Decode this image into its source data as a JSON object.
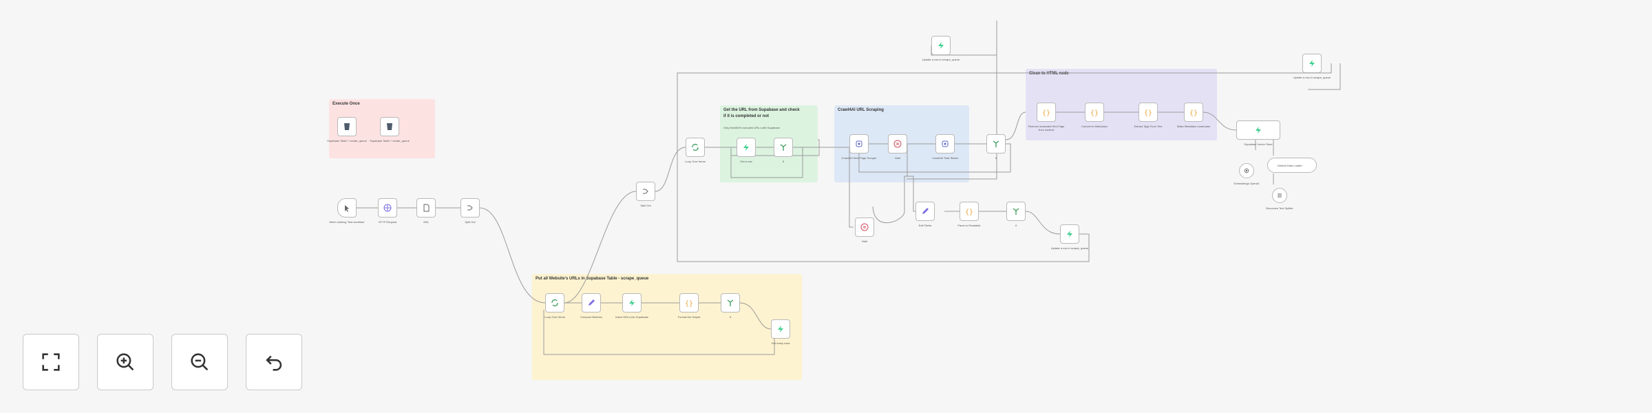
{
  "groups": {
    "execute_once": {
      "title": "Execute Once",
      "color": "#fde2e2"
    },
    "put_urls": {
      "title": "Put all Website's URLs in Supabase Table - scrape_queue",
      "color": "#fdf3d0"
    },
    "get_url": {
      "title": "Get the URL from Supabase and check",
      "title2": "if it is completed or not",
      "subtitle": "Only fetch50% executed URLs with Supabase",
      "color": "#dcf3e0"
    },
    "crawl4ai": {
      "title": "Crawl4AI URL Scraping",
      "color": "#dde8f6"
    },
    "clean_html": {
      "title": "Clean to HTML node",
      "color": "#e5e1f5"
    }
  },
  "nodes": {
    "n01": {
      "label": "Supabase Table + create_queue",
      "icon": "supabase-icon"
    },
    "n02": {
      "label": "Supabase Table + create_queue",
      "icon": "supabase-icon"
    },
    "n03": {
      "label": "When clicking 'Test workflow'",
      "icon": "cursor-click-icon"
    },
    "n04": {
      "label": "HTTP Request",
      "icon": "globe-icon"
    },
    "n05": {
      "label": "XML",
      "icon": "file-icon"
    },
    "n06": {
      "label": "Split Out",
      "icon": "split-icon"
    },
    "n07": {
      "label": "Split Out",
      "icon": "split-icon"
    },
    "n08": {
      "label": "Loop Over Items",
      "icon": "loop-icon"
    },
    "n09": {
      "label": "Get a row",
      "icon": "supabase-icon"
    },
    "n10": {
      "label": "If",
      "icon": "if-icon"
    },
    "n11": {
      "label": "Crawl4AI Web Page Scraper",
      "icon": "crawl-icon"
    },
    "n12": {
      "label": "Wait",
      "icon": "pause-icon"
    },
    "n13": {
      "label": "Crawl4AI Task Status",
      "icon": "crawl-icon"
    },
    "n14": {
      "label": "If",
      "icon": "if-icon"
    },
    "n15": {
      "label": "Update a row in scrape_queue",
      "icon": "supabase-icon"
    },
    "n16": {
      "label": "Remove unwanted Html Tags from content",
      "icon": "code-icon"
    },
    "n17": {
      "label": "Convert to Markdown",
      "icon": "code-icon"
    },
    "n18": {
      "label": "Extract Tags From Text",
      "icon": "code-icon"
    },
    "n19": {
      "label": "Make Metadata Lowercase",
      "icon": "code-icon"
    },
    "n20": {
      "label": "Supabase Vector Store",
      "icon": "supabase-icon"
    },
    "n21": {
      "label": "Update a row in scrape_queue",
      "icon": "supabase-icon"
    },
    "n22": {
      "label": "Embeddings OpenAI",
      "icon": "ai-icon"
    },
    "n23": {
      "label": "Default Data Loader",
      "icon": "doc-icon"
    },
    "n24": {
      "label": "Recursive Text Splitter",
      "icon": "splitter-icon"
    },
    "n25": {
      "label": "Edit Fields",
      "icon": "pencil-icon"
    },
    "n26": {
      "label": "Parse to Readable",
      "icon": "code-icon"
    },
    "n27": {
      "label": "If",
      "icon": "if-icon"
    },
    "n28": {
      "label": "Update a row in scrape_queue",
      "icon": "supabase-icon"
    },
    "n29": {
      "label": "Wait",
      "icon": "pause-icon"
    },
    "n30": {
      "label": "Loop Over Items",
      "icon": "loop-icon"
    },
    "n31": {
      "label": "Compare Batches",
      "icon": "pencil-icon"
    },
    "n32": {
      "label": "Insert URLs into Supabase",
      "icon": "supabase-icon"
    },
    "n33": {
      "label": "Format the Output",
      "icon": "code-icon"
    },
    "n34": {
      "label": "If",
      "icon": "if-icon"
    },
    "n35": {
      "label": "Get many rows",
      "icon": "supabase-icon"
    }
  },
  "controls": {
    "fit": {
      "icon": "fit-view-icon"
    },
    "zoom_in": {
      "icon": "zoom-in-icon"
    },
    "zoom_out": {
      "icon": "zoom-out-icon"
    },
    "reset": {
      "icon": "undo-icon"
    }
  }
}
